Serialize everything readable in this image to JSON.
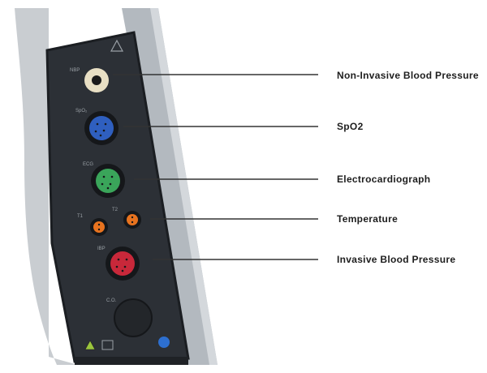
{
  "labels": [
    {
      "id": "nbp",
      "text": "Non-Invasive Blood Pressure"
    },
    {
      "id": "spo2",
      "text": "SpO2"
    },
    {
      "id": "ecg",
      "text": "Electrocardiograph"
    },
    {
      "id": "temp",
      "text": "Temperature"
    },
    {
      "id": "ibp",
      "text": "Invasive Blood Pressure"
    }
  ],
  "port_labels": {
    "nbp": "NBP",
    "spo2": "SpO₂",
    "ecg": "ECG",
    "t1": "T1",
    "t2": "T2",
    "ibp": "IBP",
    "co": "C.O."
  },
  "colors": {
    "nbp": "#e8dfc4",
    "spo2": "#2f5fbf",
    "ecg": "#3aa55a",
    "temp": "#e8731f",
    "ibp": "#c8283a",
    "panel": "#2c3036",
    "frame": "#b4bac0"
  }
}
